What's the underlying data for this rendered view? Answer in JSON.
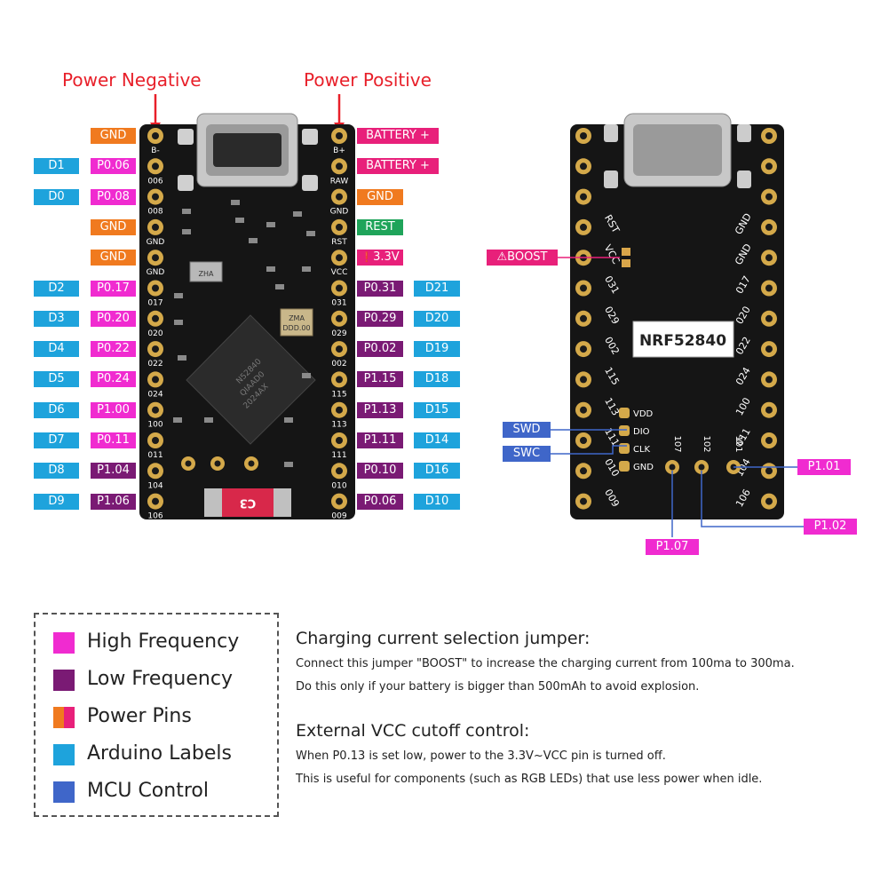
{
  "titles": {
    "power_negative": "Power Negative",
    "power_positive": "Power Positive"
  },
  "colors": {
    "high": "#f02bd0",
    "low": "#7a1a74",
    "power": "#f07a1f",
    "power_alt": "#e8207a",
    "arduino": "#1ea3dc",
    "mcu": "#3f66c9",
    "rest": "#1fa45a",
    "red": "#e8202a"
  },
  "left_pins": [
    {
      "ard": "",
      "pin": "GND",
      "type": "power"
    },
    {
      "ard": "D1",
      "pin": "P0.06",
      "type": "high"
    },
    {
      "ard": "D0",
      "pin": "P0.08",
      "type": "high"
    },
    {
      "ard": "",
      "pin": "GND",
      "type": "power"
    },
    {
      "ard": "",
      "pin": "GND",
      "type": "power"
    },
    {
      "ard": "D2",
      "pin": "P0.17",
      "type": "high"
    },
    {
      "ard": "D3",
      "pin": "P0.20",
      "type": "high"
    },
    {
      "ard": "D4",
      "pin": "P0.22",
      "type": "high"
    },
    {
      "ard": "D5",
      "pin": "P0.24",
      "type": "high"
    },
    {
      "ard": "D6",
      "pin": "P1.00",
      "type": "high"
    },
    {
      "ard": "D7",
      "pin": "P0.11",
      "type": "high"
    },
    {
      "ard": "D8",
      "pin": "P1.04",
      "type": "low"
    },
    {
      "ard": "D9",
      "pin": "P1.06",
      "type": "low"
    }
  ],
  "right_pins": [
    {
      "pin": "BATTERY +",
      "ard": "",
      "type": "power_alt"
    },
    {
      "pin": "BATTERY +",
      "ard": "",
      "type": "power_alt"
    },
    {
      "pin": "GND",
      "ard": "",
      "type": "power"
    },
    {
      "pin": "REST",
      "ard": "",
      "type": "rest"
    },
    {
      "pin": "3.3V",
      "ard": "",
      "type": "power_alt",
      "warn": true
    },
    {
      "pin": "P0.31",
      "ard": "D21",
      "type": "low"
    },
    {
      "pin": "P0.29",
      "ard": "D20",
      "type": "low"
    },
    {
      "pin": "P0.02",
      "ard": "D19",
      "type": "low"
    },
    {
      "pin": "P1.15",
      "ard": "D18",
      "type": "low"
    },
    {
      "pin": "P1.13",
      "ard": "D15",
      "type": "low"
    },
    {
      "pin": "P1.11",
      "ard": "D14",
      "type": "low"
    },
    {
      "pin": "P0.10",
      "ard": "D16",
      "type": "low"
    },
    {
      "pin": "P0.06",
      "ard": "D10",
      "type": "low"
    }
  ],
  "front_silk_left": [
    "B-",
    "006",
    "008",
    "GND",
    "GND",
    "017",
    "020",
    "022",
    "024",
    "100",
    "011",
    "104",
    "106"
  ],
  "front_silk_right": [
    "B+",
    "RAW",
    "GND",
    "RST",
    "VCC",
    "031",
    "029",
    "002",
    "115",
    "113",
    "111",
    "010",
    "009"
  ],
  "chip_text": [
    "N52840",
    "QIAAD0",
    "2024AX"
  ],
  "crystal_text": [
    "ZMA",
    "DDD.00"
  ],
  "c3_text": "C3",
  "back_silk_left": [
    "RST",
    "VCC",
    "031",
    "029",
    "002",
    "115",
    "113",
    "111",
    "010",
    "009"
  ],
  "back_silk_right": [
    "GND",
    "GND",
    "017",
    "020",
    "022",
    "024",
    "100",
    "011",
    "104",
    "106"
  ],
  "back_chip_label": "NRF52840",
  "back_pads": [
    "VDD",
    "DIO",
    "CLK",
    "GND"
  ],
  "back_bottom_pads": [
    "107",
    "102",
    "101"
  ],
  "boost_label": "BOOST",
  "swd_label": "SWD",
  "swc_label": "SWC",
  "p101_label": "P1.01",
  "p102_label": "P1.02",
  "p107_label": "P1.07",
  "legend": [
    {
      "label": "High Frequency",
      "color": "#f02bd0"
    },
    {
      "label": "Low Frequency",
      "color": "#7a1a74"
    },
    {
      "label": "Power Pins",
      "color": "#f07a1f",
      "color2": "#e8207a"
    },
    {
      "label": "Arduino Labels",
      "color": "#1ea3dc"
    },
    {
      "label": "MCU Control",
      "color": "#3f66c9"
    }
  ],
  "notes": {
    "jumper_title": "Charging current selection jumper:",
    "jumper_line1": "Connect this jumper \"BOOST\" to increase the charging current from 100ma to 300ma.",
    "jumper_line2": "Do this only if your battery is bigger than 500mAh to avoid explosion.",
    "vcc_title": "External VCC cutoff control:",
    "vcc_line1": "When P0.13 is set low, power to the 3.3V~VCC pin is turned off.",
    "vcc_line2": "This is useful for components (such as RGB LEDs) that use less power when idle."
  }
}
